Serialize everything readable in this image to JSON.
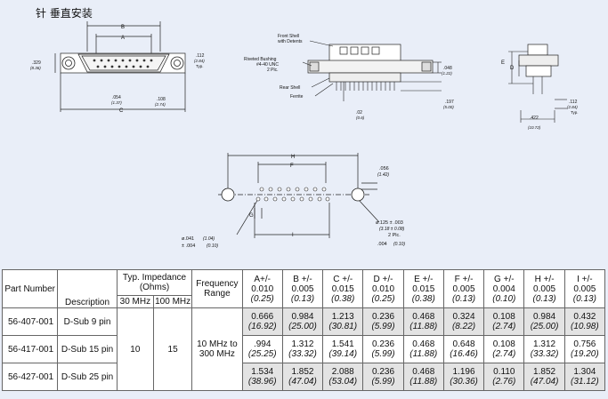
{
  "title": "针  垂直安装",
  "drawings": {
    "front": {
      "dim_a": "A",
      "dim_b": "B",
      "dim_c": "C",
      "h_in": ".329",
      "h_mm": "(8.36)",
      "pin_pitch_in": ".112",
      "pin_pitch_mm": "(2.84)",
      "pin_pitch_note": "Typ.",
      "d1_in": ".054",
      "d1_mm": "(1.37)",
      "d2_in": ".108",
      "d2_mm": "(2.74)"
    },
    "side": {
      "front_shell": "Front Shell",
      "with_detents": "with Detents",
      "riveted_bushing": "Riveted Bushing",
      "bushing_thread": "#4-40 UNC",
      "bushing_qty": "2 Plc.",
      "rear_shell": "Rear Shell",
      "ferrite": "Ferrite",
      "lead_in": ".02",
      "lead_mm": "(0.6)",
      "top_in": ".048",
      "top_mm": "(1.22)",
      "depth_in": ".197",
      "depth_mm": "(5.00)"
    },
    "end": {
      "e": "E",
      "d": "D",
      "w_in": ".422",
      "w_mm": "(10.72)",
      "p_in": ".112",
      "p_mm": "(2.84)",
      "p_note": "Typ."
    },
    "pcb": {
      "h": "H",
      "f": "F",
      "g": "G",
      "i": "I",
      "off_in": ".056",
      "off_mm": "(1.42)",
      "mt_in": "ø.125 ± .003",
      "mt_mm": "(3.18 ± 0.08)",
      "mt_qty": "2 Plc.",
      "mt_tol_in": ".004",
      "mt_tol_mm": "(0.10)",
      "pin_d_in": "ø.041",
      "pin_d_mm": "(1.04)",
      "pin_tol_in": "± .004",
      "pin_tol_mm": "(0.10)"
    }
  },
  "table": {
    "h_part": "Part Number",
    "h_desc": "Description",
    "h_imp": "Typ. Impedance (Ohms)",
    "h_30": "30 MHz",
    "h_100": "100 MHz",
    "h_freq": "Frequency Range",
    "dims": [
      {
        "n": "A+/-",
        "in": "0.010",
        "mm": "(0.25)"
      },
      {
        "n": "B +/-",
        "in": "0.005",
        "mm": "(0.13)"
      },
      {
        "n": "C +/-",
        "in": "0.015",
        "mm": "(0.38)"
      },
      {
        "n": "D +/-",
        "in": "0.010",
        "mm": "(0.25)"
      },
      {
        "n": "E +/-",
        "in": "0.015",
        "mm": "(0.38)"
      },
      {
        "n": "F +/-",
        "in": "0.005",
        "mm": "(0.13)"
      },
      {
        "n": "G +/-",
        "in": "0.004",
        "mm": "(0.10)"
      },
      {
        "n": "H +/-",
        "in": "0.005",
        "mm": "(0.13)"
      },
      {
        "n": "I +/-",
        "in": "0.005",
        "mm": "(0.13)"
      }
    ],
    "imp30": "10",
    "imp100": "15",
    "freq": "10 MHz to 300 MHz",
    "rows": [
      {
        "part": "56-407-001",
        "desc": "D-Sub 9 pin",
        "vals": [
          [
            "0.666",
            "(16.92)"
          ],
          [
            "0.984",
            "(25.00)"
          ],
          [
            "1.213",
            "(30.81)"
          ],
          [
            "0.236",
            "(5.99)"
          ],
          [
            "0.468",
            "(11.88)"
          ],
          [
            "0.324",
            "(8.22)"
          ],
          [
            "0.108",
            "(2.74)"
          ],
          [
            "0.984",
            "(25.00)"
          ],
          [
            "0.432",
            "(10.98)"
          ]
        ]
      },
      {
        "part": "56-417-001",
        "desc": "D-Sub 15 pin",
        "vals": [
          [
            ".994",
            "(25.25)"
          ],
          [
            "1.312",
            "(33.32)"
          ],
          [
            "1.541",
            "(39.14)"
          ],
          [
            "0.236",
            "(5.99)"
          ],
          [
            "0.468",
            "(11.88)"
          ],
          [
            "0.648",
            "(16.46)"
          ],
          [
            "0.108",
            "(2.74)"
          ],
          [
            "1.312",
            "(33.32)"
          ],
          [
            "0.756",
            "(19.20)"
          ]
        ]
      },
      {
        "part": "56-427-001",
        "desc": "D-Sub 25 pin",
        "vals": [
          [
            "1.534",
            "(38.96)"
          ],
          [
            "1.852",
            "(47.04)"
          ],
          [
            "2.088",
            "(53.04)"
          ],
          [
            "0.236",
            "(5.99)"
          ],
          [
            "0.468",
            "(11.88)"
          ],
          [
            "1.196",
            "(30.36)"
          ],
          [
            "0.110",
            "(2.76)"
          ],
          [
            "1.852",
            "(47.04)"
          ],
          [
            "1.304",
            "(31.12)"
          ]
        ]
      }
    ]
  }
}
